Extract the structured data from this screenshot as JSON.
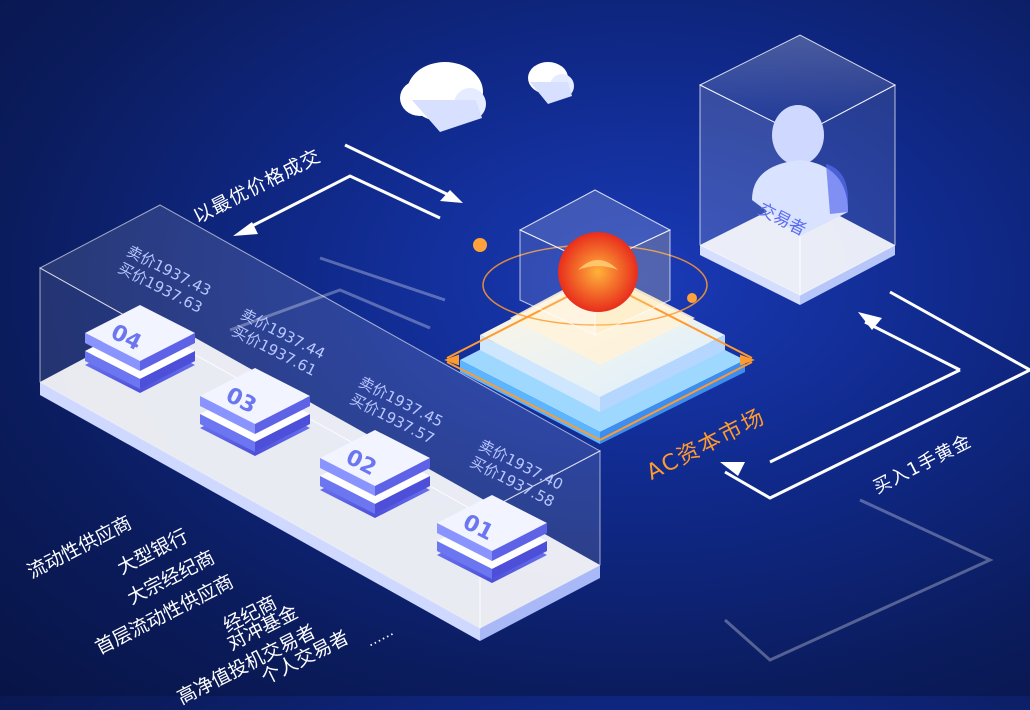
{
  "top_arrow_label": "以最优价格成交",
  "market_label": "AC资本市场",
  "right_arrow_label": "买入1手黄金",
  "trader_label": "交易者",
  "providers": [
    {
      "id": "04",
      "sell": "卖价1937.43",
      "buy": "买价1937.63",
      "highlight": false
    },
    {
      "id": "03",
      "sell": "卖价1937.44",
      "buy": "买价1937.61",
      "highlight": false
    },
    {
      "id": "02",
      "sell": "卖价1937.45",
      "buy": "买价1937.57",
      "highlight": true
    },
    {
      "id": "01",
      "sell": "卖价1937.40",
      "buy": "买价1937.58",
      "highlight": false
    }
  ],
  "liquidity_list": {
    "title": "流动性供应商",
    "items": [
      "大型银行",
      "大宗经纪商",
      "首层流动性供应商",
      "经纪商",
      "对冲基金",
      "高净值投机交易者",
      "个人交易者",
      "……"
    ]
  },
  "colors": {
    "accent_orange": "#ff9a2e",
    "background": "#102a8c",
    "server_blue": "#5a6cf0"
  }
}
